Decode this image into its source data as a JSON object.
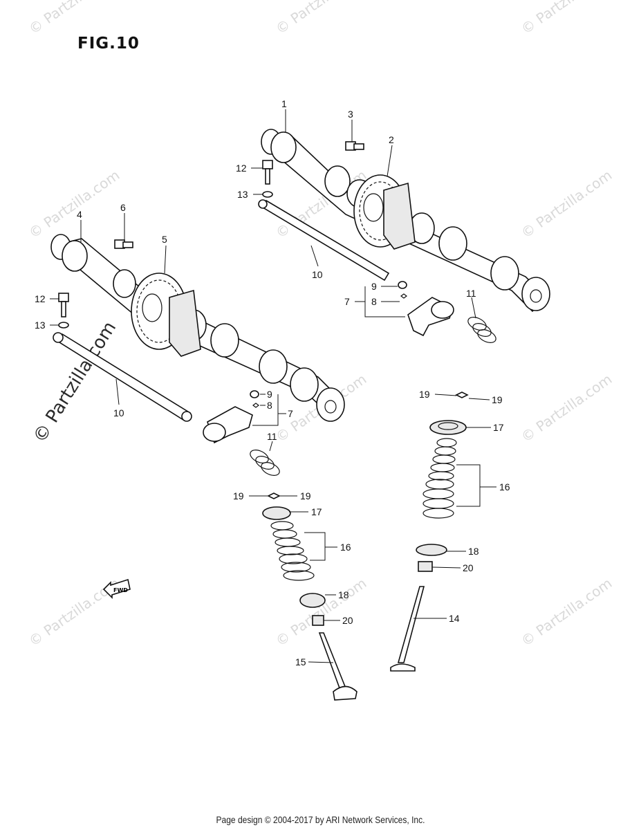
{
  "figure": {
    "title": "FIG.10"
  },
  "footer": {
    "text": "Page design © 2004-2017 by ARI Network Services, Inc."
  },
  "watermark": {
    "text": "© Partzilla.com"
  },
  "fwd_label": "FWD",
  "callouts": {
    "c1": "1",
    "c2": "2",
    "c3": "3",
    "c4": "4",
    "c5": "5",
    "c6": "6",
    "c7a": "7",
    "c7b": "7",
    "c8a": "8",
    "c8b": "8",
    "c9a": "9",
    "c9b": "9",
    "c10a": "10",
    "c10b": "10",
    "c11a": "11",
    "c11b": "11",
    "c12a": "12",
    "c12b": "12",
    "c13a": "13",
    "c13b": "13",
    "c14": "14",
    "c15": "15",
    "c16a": "16",
    "c16b": "16",
    "c17a": "17",
    "c17b": "17",
    "c18a": "18",
    "c18b": "18",
    "c19a": "19",
    "c19b": "19",
    "c19c": "19",
    "c19d": "19",
    "c20a": "20",
    "c20b": "20"
  }
}
